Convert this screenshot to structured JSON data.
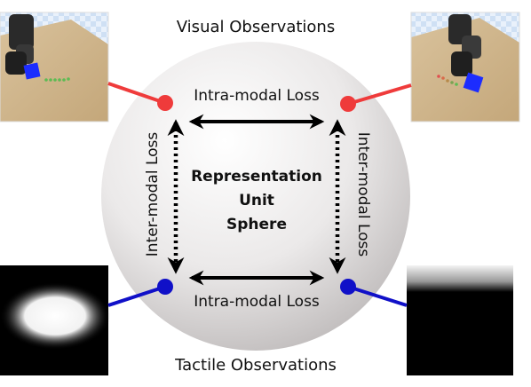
{
  "title_top": "Visual Observations",
  "title_bottom": "Tactile Observations",
  "sphere_label": {
    "line1": "Representation",
    "line2": "Unit",
    "line3": "Sphere"
  },
  "loss_labels": {
    "intra_top": "Intra-modal Loss",
    "intra_bottom": "Intra-modal Loss",
    "inter_left": "Inter-modal Loss",
    "inter_right": "Inter-modal Loss"
  },
  "colors": {
    "visual": "#ef3b3b",
    "tactile": "#1010c8",
    "arrow": "#000000",
    "sphere": "#e8e6e6"
  },
  "images": {
    "visual_left": "robot-arm-pushing-blue-cube-render",
    "visual_right": "robot-arm-pushing-blue-cube-render",
    "tactile_left": "tactile-sensor-contact-blob",
    "tactile_right": "tactile-sensor-contact-edge"
  }
}
